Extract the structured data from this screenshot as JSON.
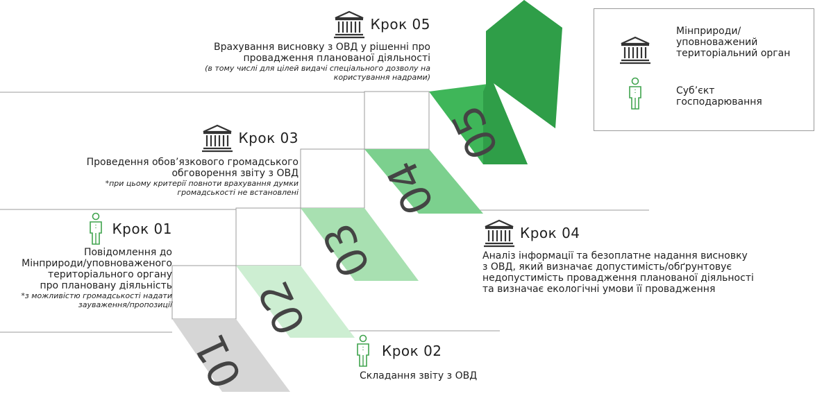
{
  "colors": {
    "step01_tread": "#d6d6d6",
    "step02_tread": "#cdeed2",
    "step03_tread": "#a8e0b1",
    "step04_tread": "#7cd08e",
    "step05_tread": "#3fb659",
    "step05_arrow": "#2f9e48",
    "riser": "#ffffff",
    "line": "#9b9b9b",
    "digits": "#444444",
    "green_icon": "#3fa34d",
    "gray_icon": "#333333"
  },
  "stairs": {
    "numbers": [
      "01",
      "02",
      "03",
      "04",
      "05"
    ]
  },
  "steps": [
    {
      "id": "01",
      "icon": "person-icon",
      "title": "Крок 01",
      "desc_lines": [
        "Повідомлення до",
        "Мінприроди/уповноваженого",
        "територіального органу",
        "про плановану діяльність"
      ],
      "note_lines": [
        "*з можливістю громадськості надати",
        "зауваження/пропозиції"
      ]
    },
    {
      "id": "02",
      "icon": "person-icon",
      "title": "Крок 02",
      "desc_lines": [
        "Складання звіту з ОВД"
      ],
      "note_lines": []
    },
    {
      "id": "03",
      "icon": "government-building-icon",
      "title": "Крок 03",
      "desc_lines": [
        "Проведення обов’язкового громадського",
        "обговорення звіту з ОВД"
      ],
      "note_lines": [
        "*при цьому критерії повноти врахування думки",
        "громадськості не встановлені"
      ]
    },
    {
      "id": "04",
      "icon": "government-building-icon",
      "title": "Крок 04",
      "desc_lines": [
        "Аналіз інформації та безоплатне надання висновку",
        "з ОВД, який визначає допустимість/обґрунтовує",
        "недопустимість провадження планованої діяльності",
        "та визначає екологічні умови її провадження"
      ],
      "note_lines": []
    },
    {
      "id": "05",
      "icon": "government-building-icon",
      "title": "Крок 05",
      "desc_lines": [
        "Врахування висновку з ОВД у рішенні про",
        "провадження планованої діяльності"
      ],
      "note_lines": [
        "(в тому числі для цілей видачі спеціального дозволу на",
        "користування надрами)"
      ]
    }
  ],
  "legend": {
    "items": [
      {
        "icon": "government-building-icon",
        "label_lines": [
          "Мінприроди/",
          "уповноважений",
          "територіальний орган"
        ]
      },
      {
        "icon": "person-icon",
        "label_lines": [
          "Суб’єкт",
          "господарювання"
        ]
      }
    ]
  }
}
